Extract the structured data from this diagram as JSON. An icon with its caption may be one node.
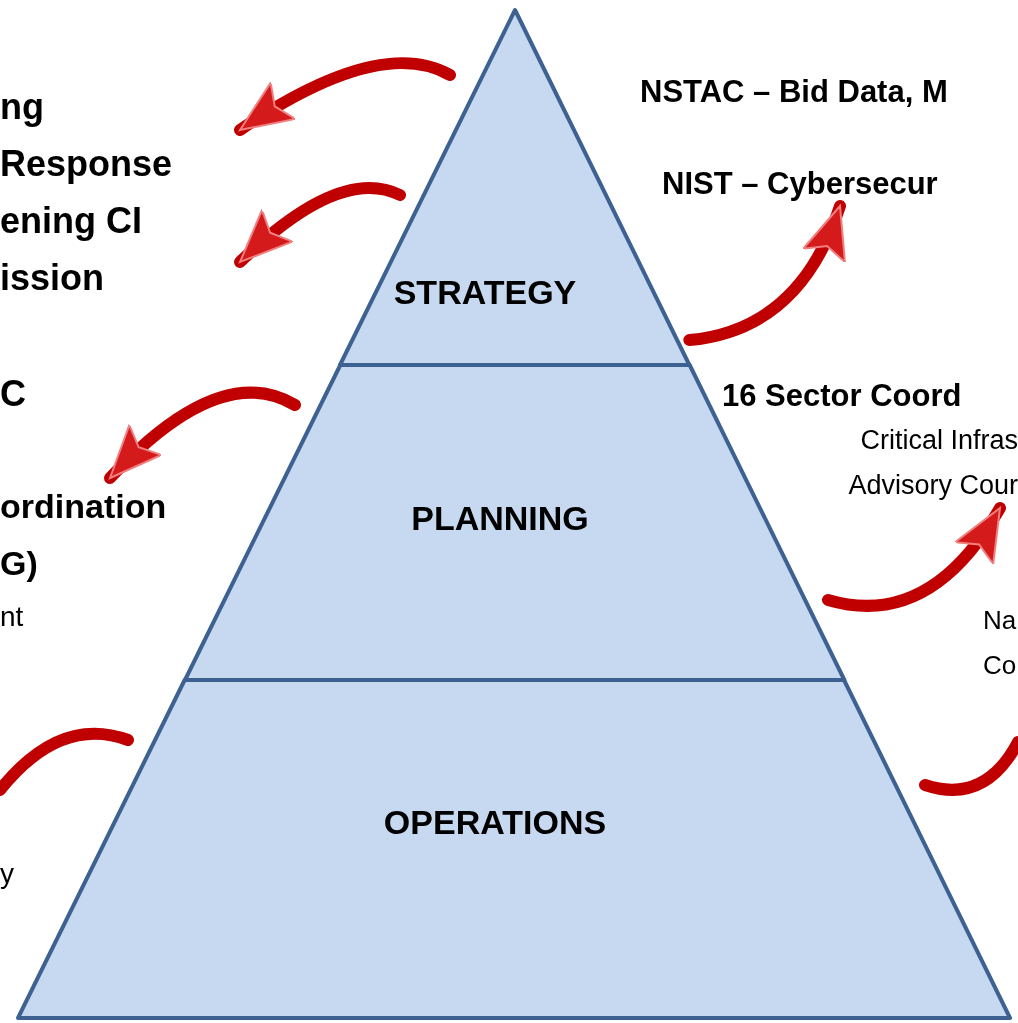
{
  "diagram": {
    "nodes": [
      {
        "text": [
          "STRATEGY"
        ]
      },
      {
        "text": [
          "PLANNING"
        ]
      },
      {
        "text": [
          "OPERATIONS"
        ]
      },
      {
        "text": [
          "ng",
          "Response",
          "ening CI",
          "ission"
        ]
      },
      {
        "text": [
          "C"
        ]
      },
      {
        "text": [
          "ordination G)",
          "nt"
        ]
      },
      {
        "text": [
          "y"
        ]
      },
      {
        "text": [
          "NSTAC – Bid Data, M"
        ]
      },
      {
        "text": [
          "NIST – Cybersecur"
        ]
      },
      {
        "text": [
          "16 Sector Coord",
          "Critical Infras Advisory Cour"
        ]
      },
      {
        "text": [
          "Na Co"
        ]
      }
    ],
    "edges": [
      {
        "from": null,
        "to": 3,
        "arrow": "to"
      },
      {
        "from": null,
        "to": 3,
        "arrow": "to"
      },
      {
        "from": null,
        "to": 5,
        "arrow": "to"
      },
      {
        "from": 0,
        "to": 8,
        "arrow": "to"
      },
      {
        "from": null,
        "to": 9,
        "arrow": "to"
      }
    ]
  }
}
